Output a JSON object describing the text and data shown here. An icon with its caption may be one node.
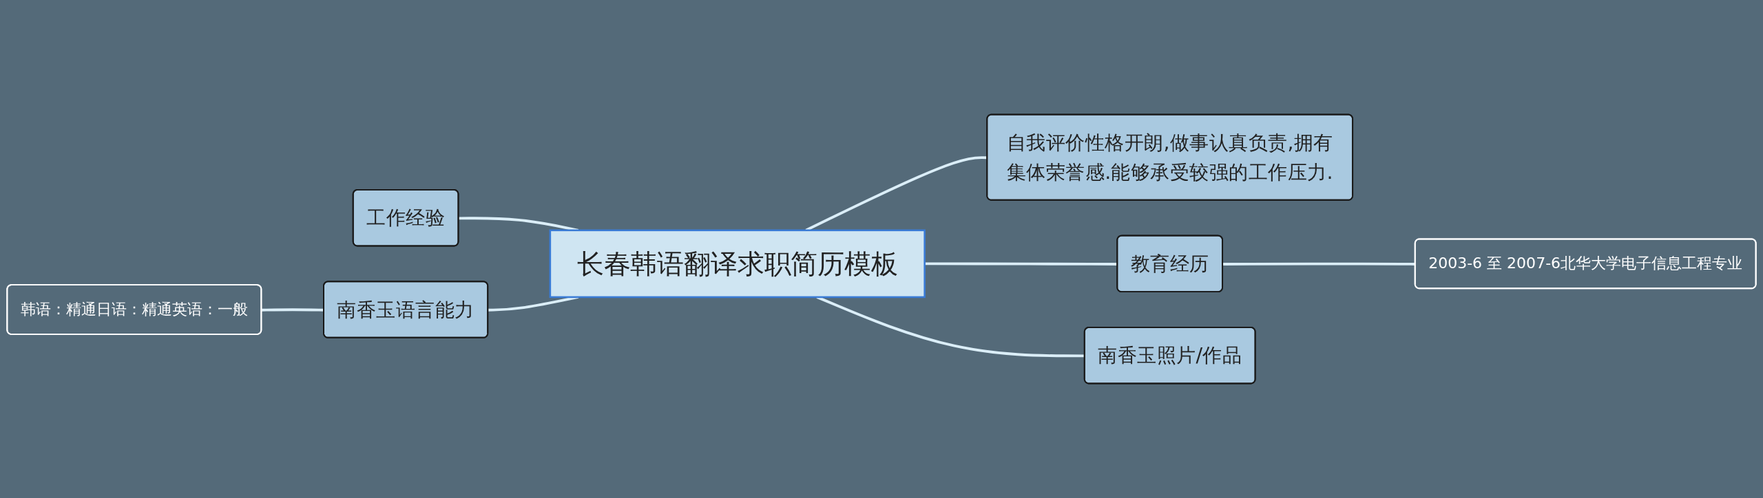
{
  "diagram": {
    "nodes": [
      {
        "text": [
          "长春韩语翻译求职简历模板"
        ]
      },
      {
        "text": [
          "自我评价性格开朗,做事认真负责,拥有集体荣誉感.能够承受较强的工作压力."
        ]
      },
      {
        "text": [
          "教育经历"
        ]
      },
      {
        "text": [
          "2003-6 至 2007-6北华大学电子信息工程专业"
        ]
      },
      {
        "text": [
          "南香玉照片/作品"
        ]
      },
      {
        "text": [
          "工作经验"
        ]
      },
      {
        "text": [
          "南香玉语言能力"
        ]
      },
      {
        "text": [
          "韩语：精通日语：精通英语：一般"
        ]
      }
    ],
    "edges": [
      {
        "from": 5,
        "to": 0,
        "arrow": "none"
      },
      {
        "from": 7,
        "to": 6,
        "arrow": "none"
      },
      {
        "from": 6,
        "to": 0,
        "arrow": "none"
      },
      {
        "from": 0,
        "to": 1,
        "arrow": "none"
      },
      {
        "from": 0,
        "to": 2,
        "arrow": "none"
      },
      {
        "from": 2,
        "to": 3,
        "arrow": "none"
      },
      {
        "from": 0,
        "to": 4,
        "arrow": "none"
      }
    ]
  }
}
